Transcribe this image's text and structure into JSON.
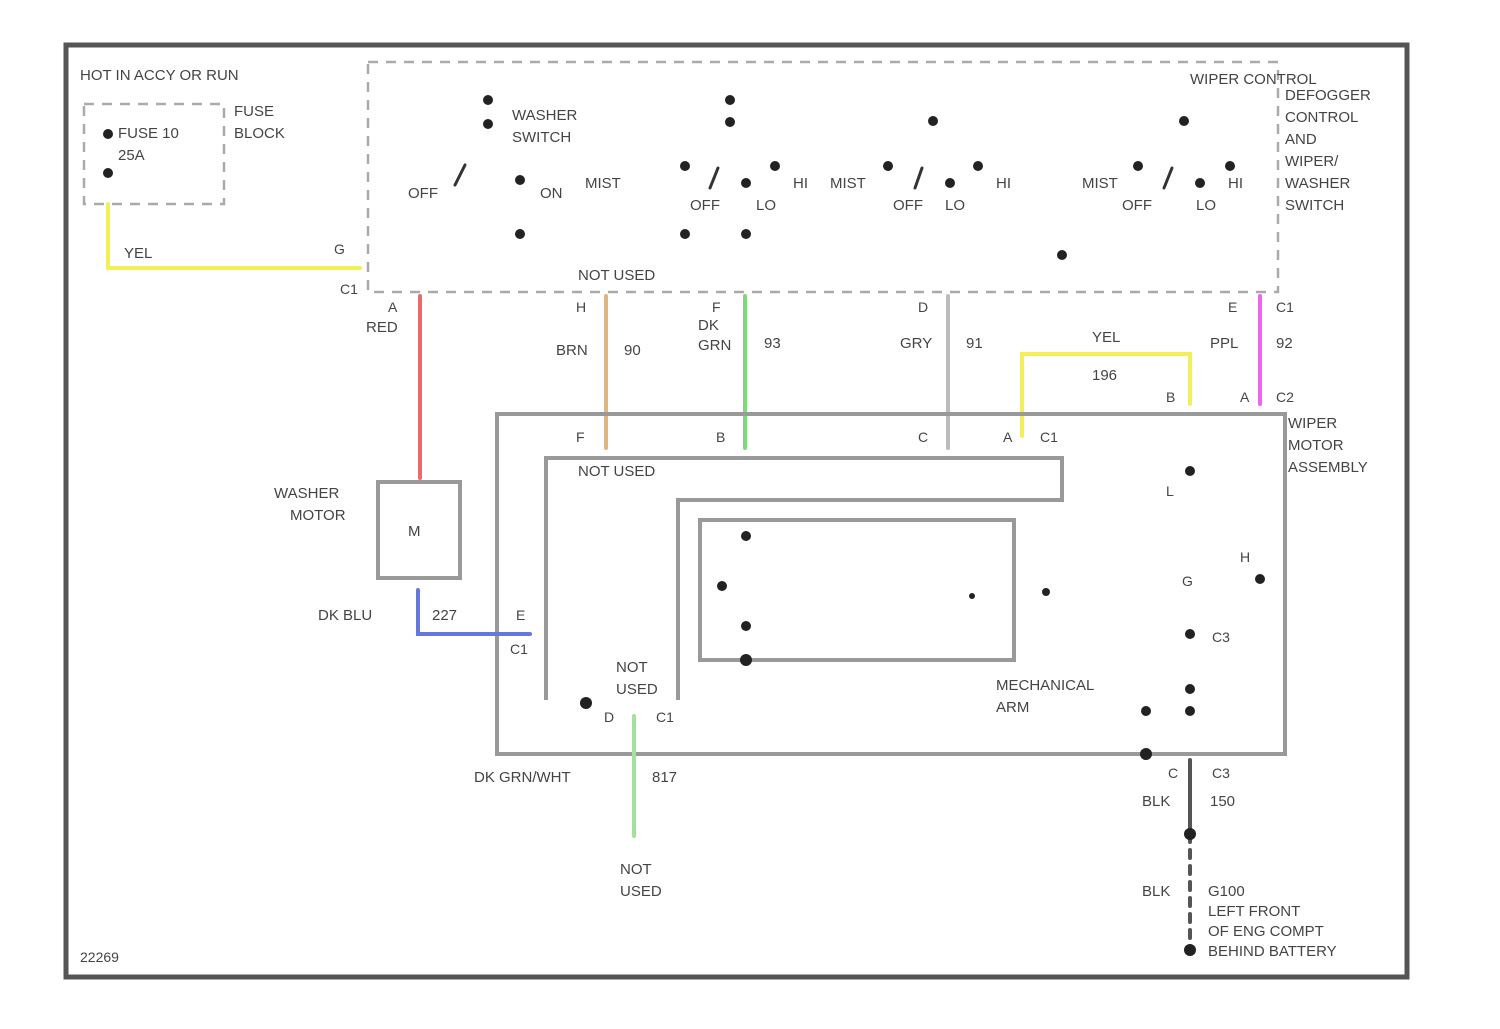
{
  "diagram": {
    "hot_label": "HOT IN ACCY OR RUN",
    "fuse": {
      "line1": "FUSE 10",
      "line2": "25A"
    },
    "fuse_block": {
      "line1": "FUSE",
      "line2": "BLOCK"
    },
    "washer_switch": {
      "line1": "WASHER",
      "line2": "SWITCH"
    },
    "switch_positions": {
      "off": "OFF",
      "on": "ON",
      "mist": "MIST",
      "lo": "LO",
      "hi": "HI"
    },
    "wiper_control": {
      "lines": [
        "WIPER CONTROL",
        "DEFOGGER",
        "CONTROL",
        "AND",
        "WIPER/",
        "WASHER",
        "SWITCH"
      ]
    },
    "wiper_motor_assembly": {
      "lines": [
        "WIPER",
        "MOTOR",
        "ASSEMBLY"
      ]
    },
    "washer_motor": {
      "line1": "WASHER",
      "line2": "MOTOR",
      "symbol": "M"
    },
    "mechanical_arm": {
      "line1": "MECHANICAL",
      "line2": "ARM"
    },
    "not_used": {
      "line1": "NOT",
      "line2": "USED",
      "combined": "NOT USED"
    },
    "wires": {
      "yel_fuse": "YEL",
      "red": "RED",
      "brn": "BRN",
      "brn_circuit": "90",
      "dk_grn": "DK",
      "dk_grn2": "GRN",
      "dk_grn_circuit": "93",
      "gry": "GRY",
      "gry_circuit": "91",
      "yel_top": "YEL",
      "yel_circuit": "196",
      "ppl": "PPL",
      "ppl_circuit": "92",
      "dk_blu": "DK BLU",
      "dk_blu_circuit": "227",
      "dk_grn_wht": "DK GRN/WHT",
      "dk_grn_wht_circuit": "817",
      "blk": "BLK",
      "blk_circuit": "150",
      "blk2": "BLK"
    },
    "connectors": {
      "c1": "C1",
      "c2": "C2",
      "c3": "C3",
      "a": "A",
      "b": "B",
      "c": "C",
      "d": "D",
      "e": "E",
      "f": "F",
      "g": "G",
      "h": "H",
      "l": "L"
    },
    "ground": {
      "code": "G100",
      "lines": [
        "LEFT FRONT",
        "OF ENG COMPT",
        "BEHIND BATTERY"
      ]
    },
    "figure_code": "22269",
    "colors": {
      "yellow": "#f2ef58",
      "red": "#ee6a6a",
      "tan": "#e0b57f",
      "green": "#7fd97a",
      "gray": "#bbbbbb",
      "magenta": "#ee66ee",
      "blue": "#6677dd",
      "light_green": "#a6e0a0"
    }
  }
}
